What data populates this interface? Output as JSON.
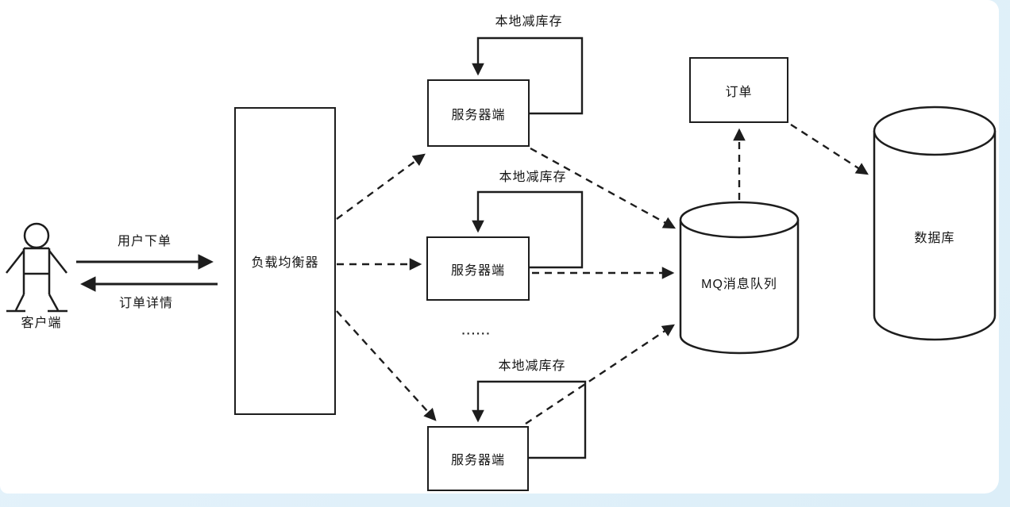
{
  "diagram": {
    "client": {
      "label": "客户端"
    },
    "flows": {
      "order_request": "用户下单",
      "order_details": "订单详情"
    },
    "load_balancer": {
      "label": "负载均衡器"
    },
    "servers": [
      {
        "label": "服务器端",
        "loop_label": "本地减库存"
      },
      {
        "label": "服务器端",
        "loop_label": "本地减库存"
      },
      {
        "label": "服务器端",
        "loop_label": "本地减库存"
      }
    ],
    "ellipsis": "......",
    "mq": {
      "label": "MQ消息队列"
    },
    "order": {
      "label": "订单"
    },
    "database": {
      "label": "数据库"
    }
  },
  "colors": {
    "stroke": "#1d1d1d",
    "background": "#ffffff",
    "page_edge": "#dff0f9"
  }
}
